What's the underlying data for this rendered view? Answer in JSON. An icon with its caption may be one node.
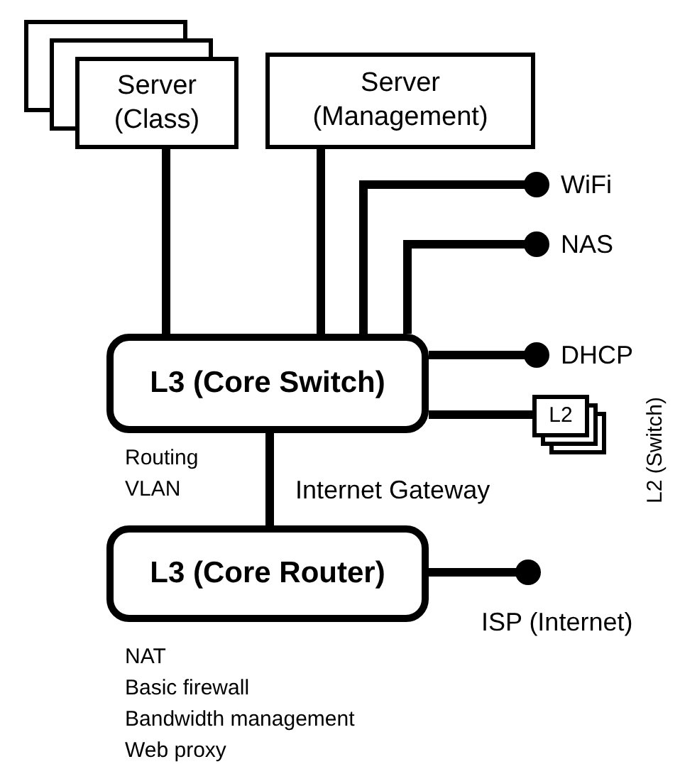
{
  "diagram": {
    "nodes": [
      {
        "text": [
          "Server (Class)"
        ]
      },
      {
        "text": [
          "Server (Management)"
        ]
      },
      {
        "text": [
          "WiFi"
        ]
      },
      {
        "text": [
          "NAS"
        ]
      },
      {
        "text": [
          "L3 (Core Switch)"
        ],
        "beside": [
          "Routing",
          "VLAN"
        ]
      },
      {
        "text": [
          "DHCP"
        ]
      },
      {
        "text": [
          "L2"
        ],
        "beside": [
          "L2 (Switch)"
        ]
      },
      {
        "text": [
          "L3 (Core Router)"
        ],
        "beside": [
          "NAT",
          "Basic firewall",
          "Bandwidth management",
          "Web proxy"
        ]
      },
      {
        "text": [
          "ISP (Internet)"
        ]
      }
    ],
    "edges": [
      {
        "from": 0,
        "to": 4,
        "arrow": "none"
      },
      {
        "from": 1,
        "to": 4,
        "arrow": "none"
      },
      {
        "from": 4,
        "to": 2,
        "arrow": "other"
      },
      {
        "from": 4,
        "to": 3,
        "arrow": "other"
      },
      {
        "from": 4,
        "to": 5,
        "arrow": "other"
      },
      {
        "from": 4,
        "to": 6,
        "arrow": "none"
      },
      {
        "from": 4,
        "to": 7,
        "arrow": "none",
        "label": "Internet Gateway"
      },
      {
        "from": 7,
        "to": 8,
        "arrow": "other"
      }
    ]
  }
}
